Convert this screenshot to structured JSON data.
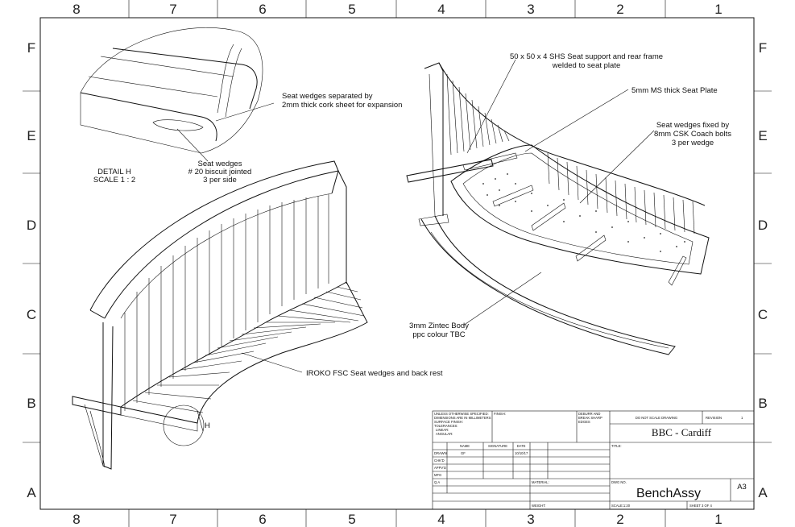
{
  "zones": {
    "columns": [
      "8",
      "7",
      "6",
      "5",
      "4",
      "3",
      "2",
      "1"
    ],
    "rows": [
      "F",
      "E",
      "D",
      "C",
      "B",
      "A"
    ]
  },
  "detail": {
    "title": "DETAIL H",
    "scale": "SCALE 1 : 2",
    "callout_letter": "H",
    "note_cork": [
      "Seat wedges separated by",
      "2mm thick cork sheet for expansion"
    ],
    "note_biscuit": [
      "Seat wedges",
      "# 20 biscuit jointed",
      "3 per side"
    ]
  },
  "notes": {
    "iroko": "IROKO FSC Seat wedges and back rest",
    "shs": [
      "50 x 50 x 4 SHS Seat support and rear frame",
      "welded to seat plate"
    ],
    "seat_plate": "5mm MS thick Seat Plate",
    "coach_bolts": [
      "Seat wedges fixed by",
      "8mm CSK Coach bolts",
      "3 per wedge"
    ],
    "body": [
      "3mm Zintec Body",
      "ppc colour TBC"
    ]
  },
  "title_block": {
    "unless": [
      "UNLESS OTHERWISE SPECIFIED:",
      "DIMENSIONS ARE IN MILLIMETERS",
      "SURFACE FINISH:",
      "TOLERANCES:",
      "LINEAR:",
      "ANGULAR:"
    ],
    "finish": "FINISH:",
    "deburr": [
      "DEBURR AND",
      "BREAK SHARP",
      "EDGES"
    ],
    "do_not_scale": "DO NOT SCALE DRAWING",
    "revision_label": "REVISION",
    "revision": "1",
    "company": "BBC - Cardiff",
    "col_name": "NAME",
    "col_signature": "SIGNATURE",
    "col_date": "DATE",
    "rows": [
      "DRAWN",
      "CHK'D",
      "APPV'D",
      "MFG",
      "Q.A"
    ],
    "drawn_name": "GF",
    "drawn_date": "10/10/17",
    "title_label": "TITLE:",
    "material_label": "MATERIAL:",
    "dwg_no_label": "DWG NO.",
    "dwg_no": "BenchAssy",
    "size": "A3",
    "weight_label": "WEIGHT:",
    "scale_label": "SCALE:1:20",
    "sheet_label": "SHEET 3 OF 4"
  }
}
